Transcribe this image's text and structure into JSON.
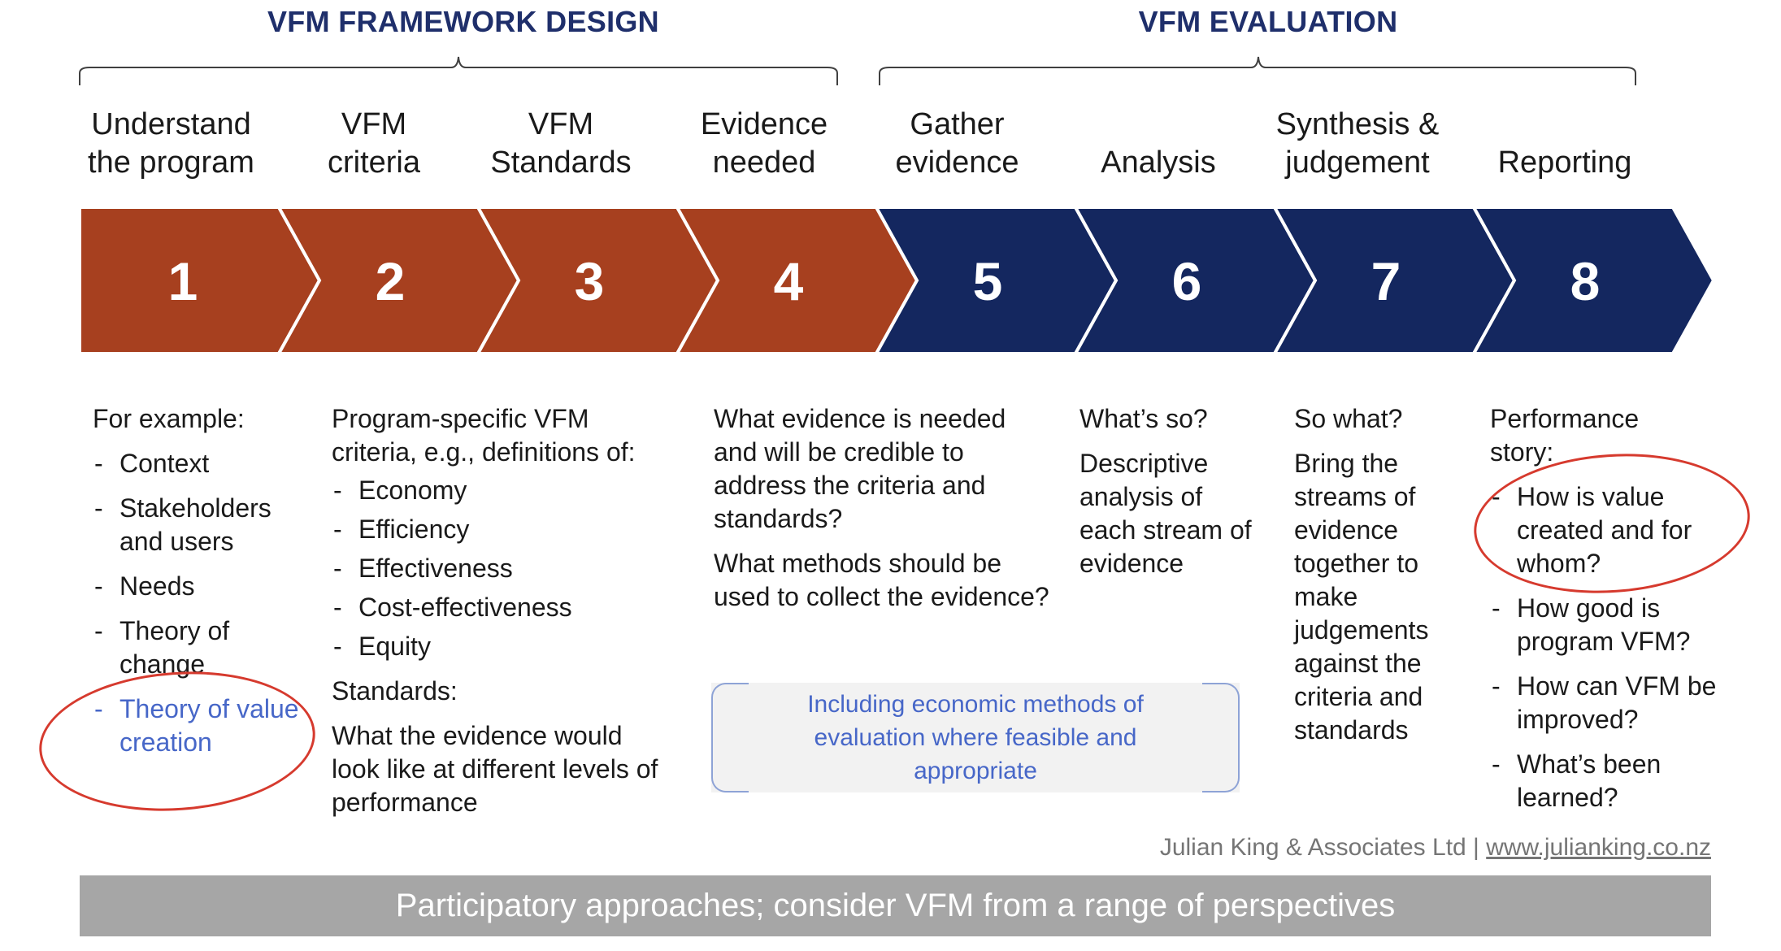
{
  "sections": {
    "design_title": "VFM FRAMEWORK DESIGN",
    "evaluation_title": "VFM EVALUATION"
  },
  "colors": {
    "design_phase": "#a7401f",
    "evaluation_phase": "#14275f",
    "title_text": "#1f2f6b",
    "highlight_text": "#4767c8",
    "annotation_circle": "#d63a2e",
    "footer_band": "#a6a6a6"
  },
  "steps": [
    {
      "number": "1",
      "title_line1": "Understand",
      "title_line2": "the program"
    },
    {
      "number": "2",
      "title_line1": "VFM",
      "title_line2": "criteria"
    },
    {
      "number": "3",
      "title_line1": "VFM",
      "title_line2": "Standards"
    },
    {
      "number": "4",
      "title_line1": "Evidence",
      "title_line2": "needed"
    },
    {
      "number": "5",
      "title_line1": "Gather",
      "title_line2": "evidence"
    },
    {
      "number": "6",
      "title_line1": "",
      "title_line2": "Analysis"
    },
    {
      "number": "7",
      "title_line1": "Synthesis &",
      "title_line2": "judgement"
    },
    {
      "number": "8",
      "title_line1": "",
      "title_line2": "Reporting"
    }
  ],
  "details": {
    "col1": {
      "intro": "For example:",
      "items": [
        "Context",
        "Stakeholders and users",
        "Needs",
        "Theory of change",
        "Theory of value creation"
      ]
    },
    "col2": {
      "intro": "Program-specific VFM criteria, e.g., definitions of:",
      "items": [
        "Economy",
        "Efficiency",
        "Effectiveness",
        "Cost-effectiveness",
        "Equity"
      ],
      "standards_heading": "Standards:",
      "standards_text": "What the evidence would look like at different levels of performance"
    },
    "col3": {
      "q1": "What evidence is needed and will be credible to address the criteria and standards?",
      "q2": "What methods should be used to collect the evidence?"
    },
    "callout": "Including economic methods of evaluation where feasible and appropriate",
    "col4": {
      "heading": "What’s so?",
      "text": "Descriptive analysis of each stream of evidence"
    },
    "col5": {
      "heading": "So what?",
      "text": "Bring the streams of evidence together to make judgements against the criteria and standards"
    },
    "col6": {
      "intro": "Performance story:",
      "items": [
        "How is value created and for whom?",
        "How good is program VFM?",
        "How can VFM be improved?",
        "What’s been learned?"
      ]
    }
  },
  "credit": {
    "org": "Julian King & Associates Ltd |",
    "url": "www.julianking.co.nz"
  },
  "footer": "Participatory approaches; consider VFM from a range of perspectives"
}
